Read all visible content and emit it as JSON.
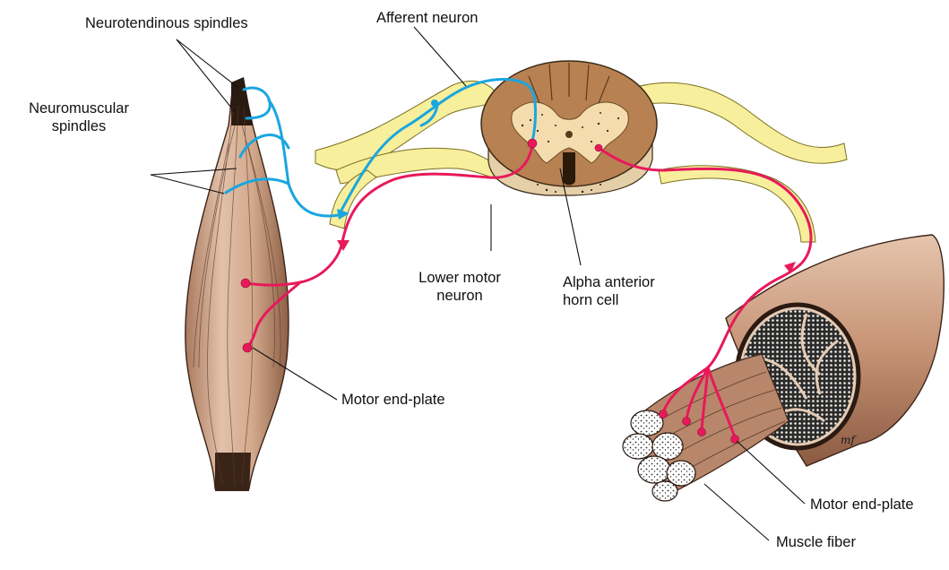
{
  "labels": {
    "neurotendinous_spindles": "Neurotendinous spindles",
    "afferent_neuron": "Afferent neuron",
    "neuromuscular_spindles_1": "Neuromuscular",
    "neuromuscular_spindles_2": "spindles",
    "lower_motor_neuron_1": "Lower motor",
    "lower_motor_neuron_2": "neuron",
    "alpha_anterior_horn_cell_1": "Alpha anterior",
    "alpha_anterior_horn_cell_2": "horn cell",
    "motor_end_plate_muscle": "Motor end-plate",
    "motor_end_plate_fiber": "Motor end-plate",
    "muscle_fiber": "Muscle fiber",
    "artist_initials": "mf"
  },
  "colors": {
    "afferent": "#1aa6df",
    "efferent": "#e8195a",
    "nerve": "#f7ef9c",
    "gray_matter": "#f4dcae",
    "cord": "#b88152",
    "muscle": "#d6aa8e"
  }
}
